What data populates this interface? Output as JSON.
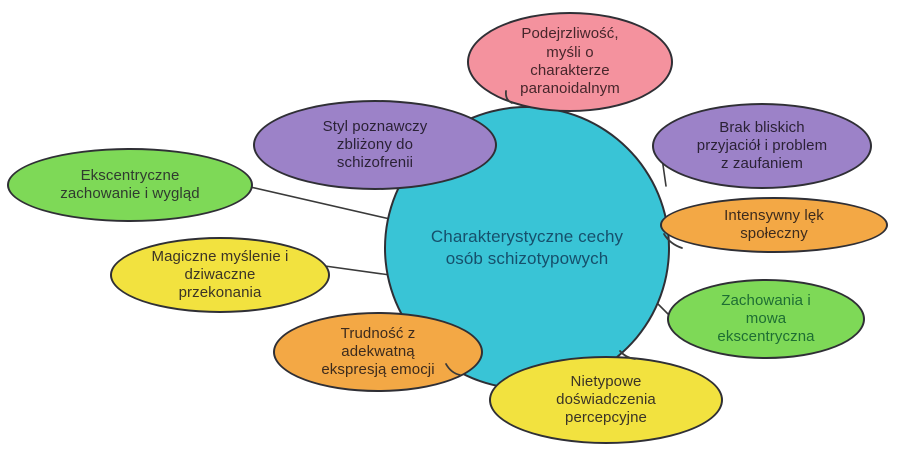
{
  "diagram": {
    "background": "#ffffff",
    "line_color": "#3a3a3a",
    "border_color": "#2f2f35",
    "center_node": {
      "lines": [
        "Charakterystyczne cechy",
        "osób schizotypowych"
      ],
      "fill": "#39c4d6",
      "text_color": "#16506c"
    },
    "nodes": [
      {
        "id": "suspiciousness-paranoid-thoughts",
        "lines": [
          "Podejrzliwość,",
          "myśli o",
          "charakterze",
          "paranoidalnym"
        ],
        "fill": "#f4929e",
        "text_color": "#46262b"
      },
      {
        "id": "schizophrenia-like-cognitive-style",
        "lines": [
          "Styl poznawczy",
          "zbliżony do",
          "schizofrenii"
        ],
        "fill": "#9c82c8",
        "text_color": "#2b2236"
      },
      {
        "id": "eccentric-behavior-appearance",
        "lines": [
          "Ekscentryczne",
          "zachowanie i wygląd"
        ],
        "fill": "#7ed957",
        "text_color": "#2f3b2f"
      },
      {
        "id": "magical-thinking-odd-beliefs",
        "lines": [
          "Magiczne myślenie i",
          "dziwaczne",
          "przekonania"
        ],
        "fill": "#f2e23f",
        "text_color": "#3b3426"
      },
      {
        "id": "difficulty-expressing-emotions",
        "lines": [
          "Trudność z",
          "adekwatną",
          "ekspresją emocji"
        ],
        "fill": "#f3a845",
        "text_color": "#3d2b1d"
      },
      {
        "id": "unusual-perceptual-experiences",
        "lines": [
          "Nietypowe",
          "doświadczenia",
          "percepcyjne"
        ],
        "fill": "#f2e23f",
        "text_color": "#3b3426"
      },
      {
        "id": "eccentric-behavior-speech",
        "lines": [
          "Zachowania i",
          "mowa",
          "ekscentryczna"
        ],
        "fill": "#7ed957",
        "text_color": "#1e6e33"
      },
      {
        "id": "intense-social-anxiety",
        "lines": [
          "Intensywny lęk",
          "społeczny"
        ],
        "fill": "#f3a845",
        "text_color": "#3d2b1d"
      },
      {
        "id": "lack-of-close-friends-trust-problem",
        "lines": [
          "Brak bliskich",
          "przyjaciół i problem",
          "z zaufaniem"
        ],
        "fill": "#9c82c8",
        "text_color": "#2b2236"
      }
    ]
  }
}
